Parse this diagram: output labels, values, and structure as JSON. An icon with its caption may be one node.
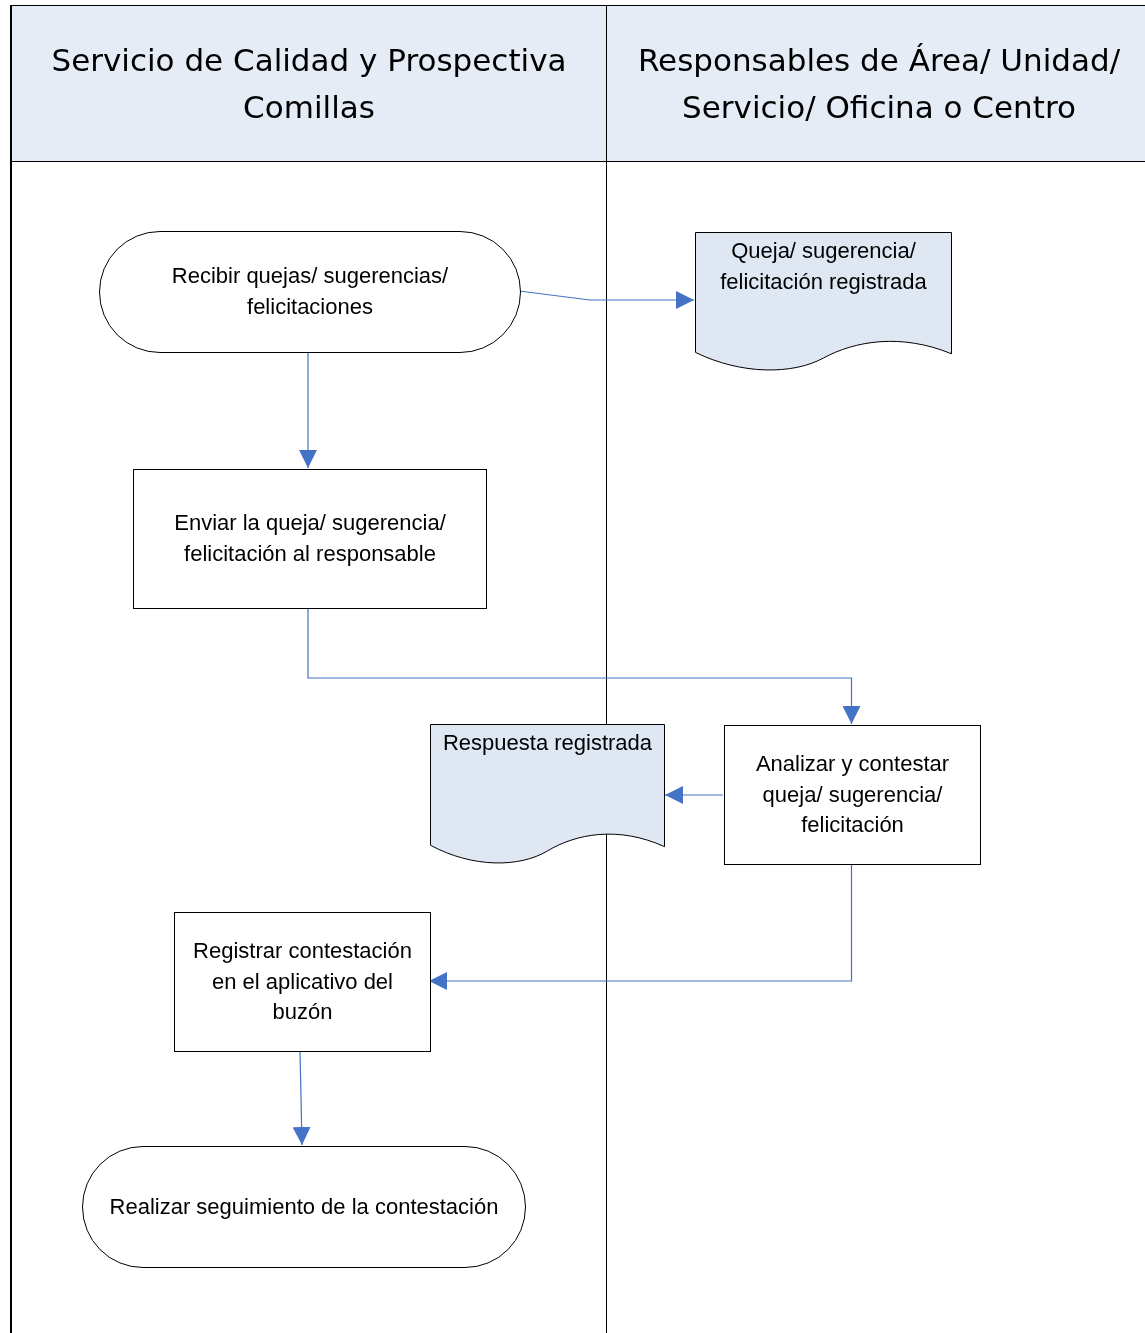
{
  "diagram": {
    "nodes": [
      {
        "text": [
          "Servicio de Calidad y Prospectiva Comillas"
        ]
      },
      {
        "text": [
          "Responsables de Área/ Unidad/ Servicio/ Oficina o Centro"
        ]
      },
      {
        "text": [
          "Recibir quejas/ sugerencias/ felicitaciones"
        ],
        "in": 0
      },
      {
        "text": [
          "Queja/ sugerencia/ felicitación registrada"
        ],
        "in": 1
      },
      {
        "text": [
          "Enviar la queja/ sugerencia/ felicitación al responsable"
        ],
        "in": 0
      },
      {
        "text": [
          "Respuesta registrada"
        ]
      },
      {
        "text": [
          "Analizar y contestar queja/ sugerencia/ felicitación"
        ],
        "in": 1
      },
      {
        "text": [
          "Registrar contestación en el aplicativo del buzón"
        ],
        "in": 0
      },
      {
        "text": [
          "Realizar seguimiento de la contestación"
        ],
        "in": 0
      }
    ],
    "edges": [
      {
        "from": 2,
        "to": 3,
        "arrow": "to"
      },
      {
        "from": 2,
        "to": 4,
        "arrow": "to"
      },
      {
        "from": 4,
        "to": 6,
        "arrow": "to"
      },
      {
        "from": 6,
        "to": 5,
        "arrow": "to"
      },
      {
        "from": 6,
        "to": 7,
        "arrow": "to"
      },
      {
        "from": 7,
        "to": 8,
        "arrow": "to"
      }
    ]
  }
}
